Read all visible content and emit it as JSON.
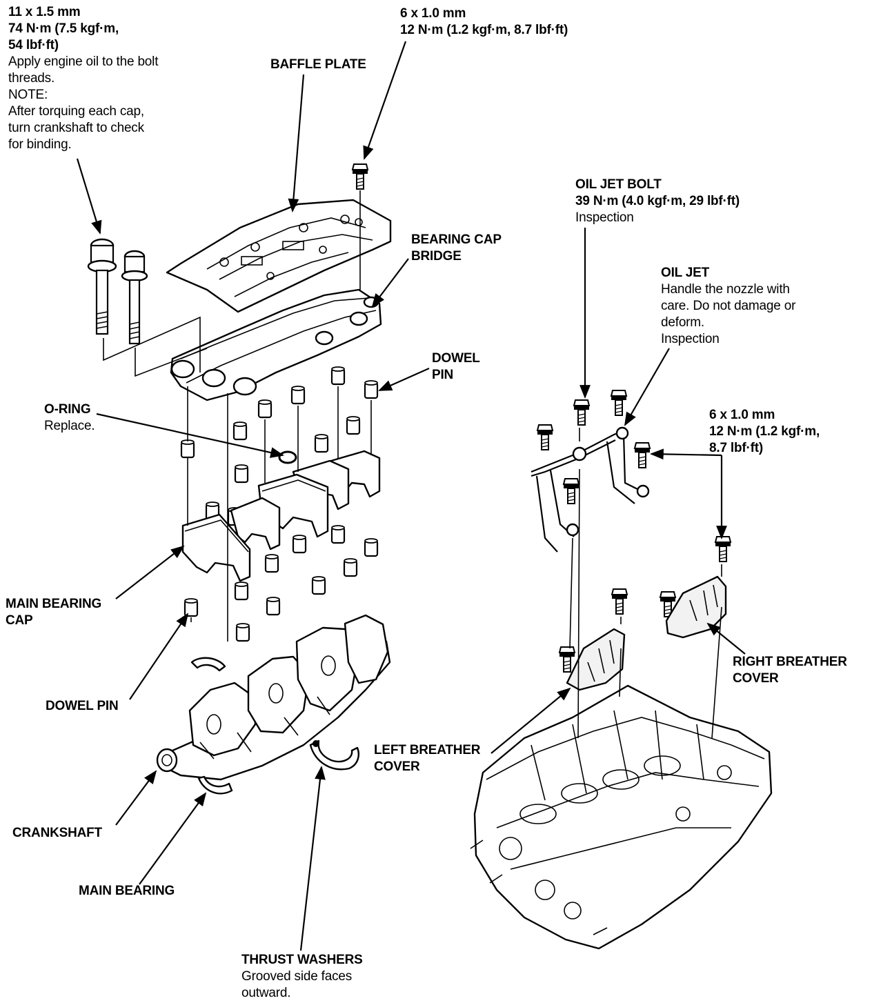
{
  "colors": {
    "ink": "#000000",
    "paper": "#ffffff"
  },
  "labels": {
    "bolt_11": {
      "lines": [
        "11 x 1.5 mm",
        "74 N·m (7.5 kgf·m,",
        "54 lbf·ft)"
      ],
      "notes": [
        "Apply engine oil to the bolt",
        "threads.",
        "NOTE:",
        "After torquing each cap,",
        "turn crankshaft to check",
        "for binding."
      ]
    },
    "bolt_6_top": {
      "lines": [
        "6 x 1.0 mm",
        "12 N·m (1.2 kgf·m, 8.7 lbf·ft)"
      ]
    },
    "baffle_plate": {
      "lines": [
        "BAFFLE PLATE"
      ]
    },
    "bearing_cap_bridge": {
      "lines": [
        "BEARING CAP",
        "BRIDGE"
      ]
    },
    "dowel_pin_upper": {
      "lines": [
        "DOWEL",
        "PIN"
      ]
    },
    "o_ring": {
      "lines": [
        "O-RING"
      ],
      "notes": [
        "Replace."
      ]
    },
    "main_bearing_cap": {
      "lines": [
        "MAIN BEARING",
        "CAP"
      ]
    },
    "dowel_pin_lower": {
      "lines": [
        "DOWEL PIN"
      ]
    },
    "crankshaft": {
      "lines": [
        "CRANKSHAFT"
      ]
    },
    "main_bearing": {
      "lines": [
        "MAIN BEARING"
      ]
    },
    "thrust_washers": {
      "lines": [
        "THRUST WASHERS"
      ],
      "notes": [
        "Grooved side faces",
        "outward."
      ]
    },
    "oil_jet_bolt": {
      "lines": [
        "OIL JET BOLT",
        "39 N·m (4.0 kgf·m, 29 lbf·ft)"
      ],
      "notes": [
        "Inspection"
      ]
    },
    "oil_jet": {
      "lines": [
        "OIL JET"
      ],
      "notes": [
        "Handle the nozzle with",
        "care. Do not damage or",
        "deform.",
        "Inspection"
      ]
    },
    "bolt_6_right": {
      "lines": [
        "6 x 1.0 mm",
        "12 N·m (1.2 kgf·m,",
        "8.7 lbf·ft)"
      ]
    },
    "right_breather_cover": {
      "lines": [
        "RIGHT BREATHER",
        "COVER"
      ]
    },
    "left_breather_cover": {
      "lines": [
        "LEFT BREATHER",
        "COVER"
      ]
    }
  }
}
